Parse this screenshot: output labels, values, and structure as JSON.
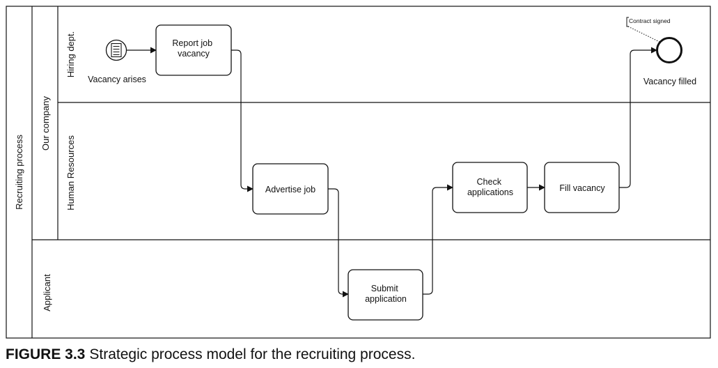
{
  "diagram": {
    "pool_label": "Recruiting process",
    "sub_pool_label": "Our company",
    "lanes": {
      "hiring": "Hiring dept.",
      "hr": "Human Resources",
      "applicant": "Applicant"
    },
    "start_event_label": "Vacancy arises",
    "end_event_label": "Vacancy filled",
    "annotation": "Contract signed",
    "tasks": {
      "report": [
        "Report job",
        "vacancy"
      ],
      "advertise": [
        "Advertise job"
      ],
      "submit": [
        "Submit",
        "application"
      ],
      "check": [
        "Check",
        "applications"
      ],
      "fill": [
        "Fill vacancy"
      ]
    }
  },
  "caption": {
    "number": "FIGURE 3.3",
    "text": "Strategic process model for the recruiting process."
  }
}
